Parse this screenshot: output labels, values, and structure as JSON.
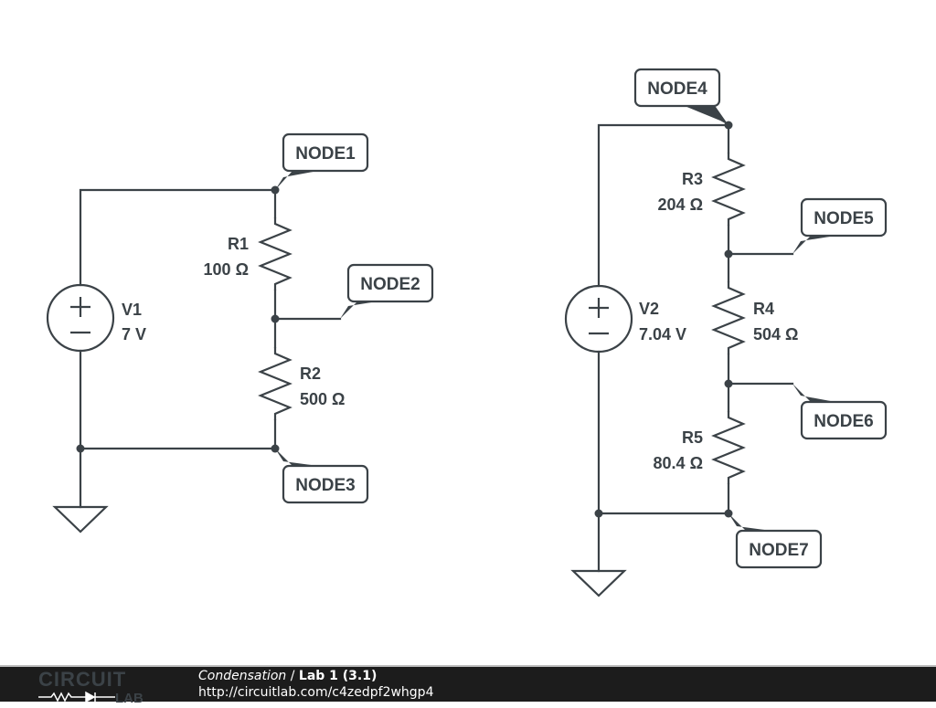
{
  "circuits": [
    {
      "source": {
        "name": "V1",
        "value": "7 V"
      },
      "resistors": [
        {
          "name": "R1",
          "value": "100 Ω"
        },
        {
          "name": "R2",
          "value": "500 Ω"
        }
      ],
      "nodes": [
        "NODE1",
        "NODE2",
        "NODE3"
      ]
    },
    {
      "source": {
        "name": "V2",
        "value": "7.04 V"
      },
      "resistors": [
        {
          "name": "R3",
          "value": "204 Ω"
        },
        {
          "name": "R4",
          "value": "504 Ω"
        },
        {
          "name": "R5",
          "value": "80.4 Ω"
        }
      ],
      "nodes": [
        "NODE4",
        "NODE5",
        "NODE6",
        "NODE7"
      ]
    }
  ],
  "footer": {
    "logo_top": "CIRCUIT",
    "logo_bottom": "LAB",
    "project": "Condensation",
    "separator": " / ",
    "title": "Lab 1 (3.1)",
    "url": "http://circuitlab.com/c4zedpf2whgp4"
  },
  "colors": {
    "ink": "#3b4247",
    "footer_bg": "#1c1c1c"
  }
}
